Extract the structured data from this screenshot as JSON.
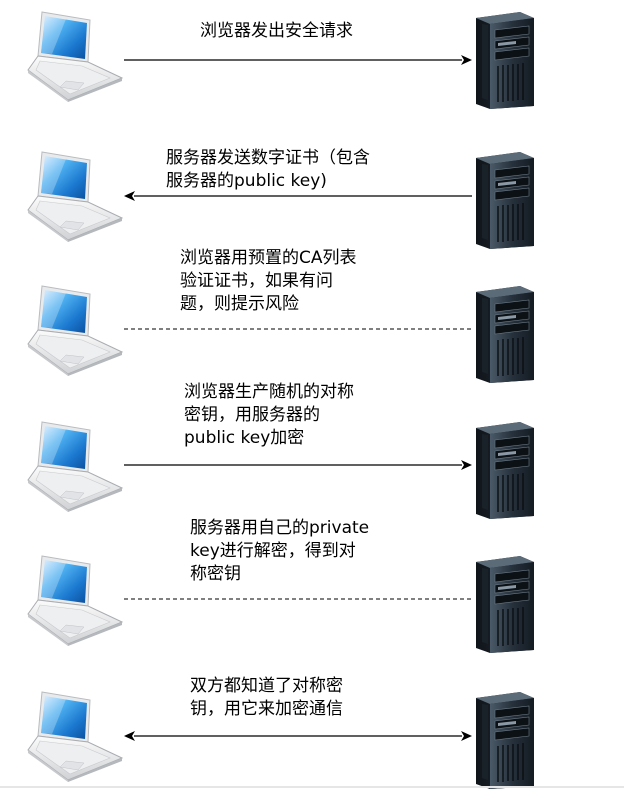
{
  "steps": [
    {
      "text": "浏览器发出安全请求",
      "direction": "right",
      "line": "solid"
    },
    {
      "text": "服务器发送数字证书（包含\n服务器的public key)",
      "direction": "left",
      "line": "solid"
    },
    {
      "text": "浏览器用预置的CA列表\n验证证书，如果有问\n题，则提示风险",
      "direction": "none",
      "line": "dashed"
    },
    {
      "text": "浏览器生产随机的对称\n密钥，用服务器的\npublic key加密",
      "direction": "right",
      "line": "solid"
    },
    {
      "text": "服务器用自己的private\nkey进行解密，得到对\n称密钥",
      "direction": "none",
      "line": "dashed"
    },
    {
      "text": "双方都知道了对称密\n钥，用它来加密通信",
      "direction": "both",
      "line": "solid"
    }
  ],
  "icons": {
    "client": "laptop-icon",
    "server": "server-tower-icon"
  }
}
